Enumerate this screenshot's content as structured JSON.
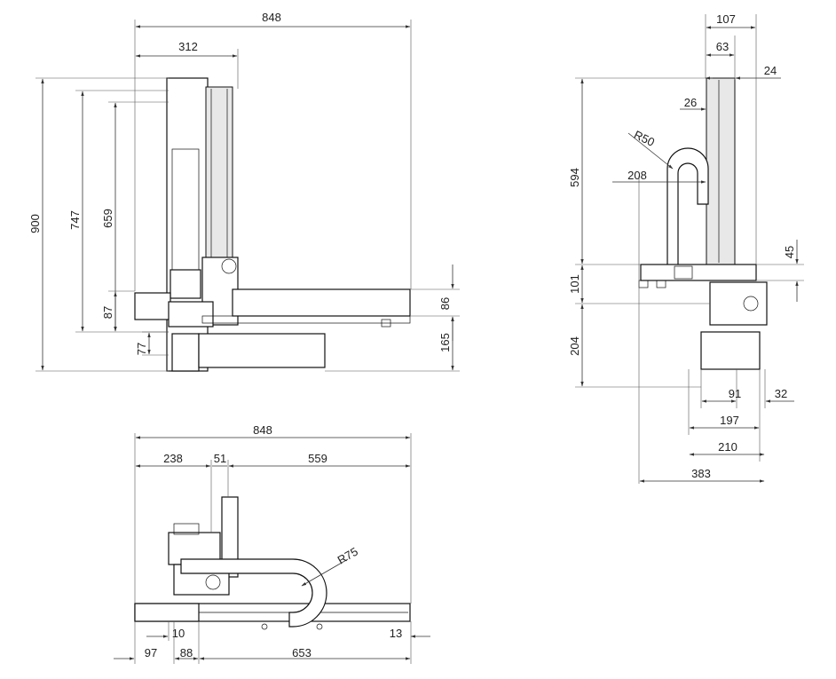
{
  "views": {
    "front": {
      "overall_width": "848",
      "column_width": "312",
      "total_height": "900",
      "height_747": "747",
      "height_659": "659",
      "height_87": "87",
      "height_77": "77",
      "arm_height": "86",
      "lower_height": "165"
    },
    "side": {
      "top_107": "107",
      "top_63": "63",
      "top_24": "24",
      "offset_26": "26",
      "radius": "R50",
      "width_208": "208",
      "height_594": "594",
      "height_45": "45",
      "height_101": "101",
      "height_204": "204",
      "width_91": "91",
      "width_32": "32",
      "width_197": "197",
      "width_210": "210",
      "width_383": "383"
    },
    "top": {
      "overall_width": "848",
      "left_238": "238",
      "mid_51": "51",
      "right_559": "559",
      "radius": "R75",
      "gap_10": "10",
      "gap_13": "13",
      "left_97": "97",
      "mid_88": "88",
      "right_653": "653"
    }
  }
}
